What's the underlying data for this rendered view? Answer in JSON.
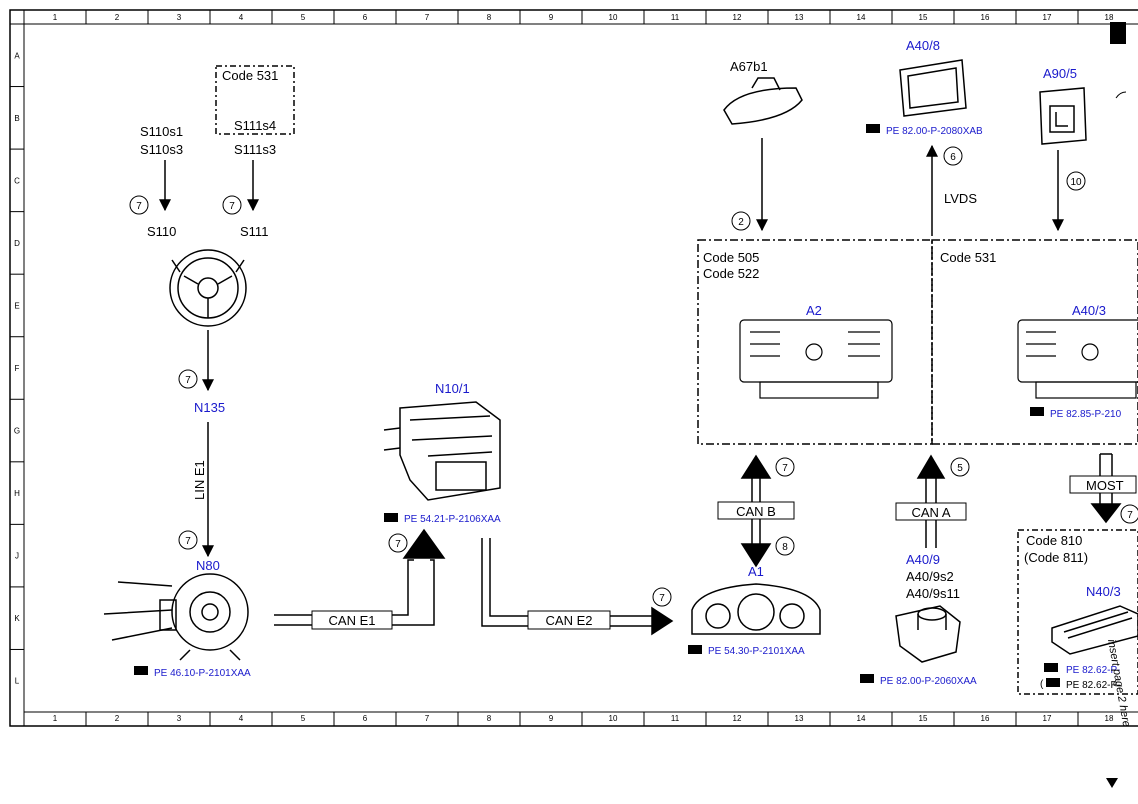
{
  "grid": {
    "columns": [
      "1",
      "2",
      "3",
      "4",
      "5",
      "6",
      "7",
      "8",
      "9",
      "10",
      "11",
      "12",
      "13",
      "14",
      "15",
      "16",
      "17",
      "18"
    ],
    "rows": [
      "A",
      "B",
      "C",
      "D",
      "E",
      "F",
      "G",
      "H",
      "J",
      "K",
      "L"
    ]
  },
  "components": {
    "code531_box": {
      "code": "Code 531",
      "part": "S111s4"
    },
    "s110_inputs": [
      "S110s1",
      "S110s3"
    ],
    "s111_input": "S111s3",
    "s110": "S110",
    "s111": "S111",
    "n135": "N135",
    "n80": "N80",
    "n10_1": "N10/1",
    "a67b1": "A67b1",
    "a40_8": "A40/8",
    "a90_5": "A90/5",
    "a2": "A2",
    "a40_3": "A40/3",
    "a1": "A1",
    "a40_9": "A40/9",
    "a40_9_parts": [
      "A40/9s2",
      "A40/9s11"
    ],
    "n40_3": "N40/3"
  },
  "codes": {
    "left_panel": [
      "Code 505",
      "Code 522"
    ],
    "right_panel": "Code 531",
    "n40_panel": [
      "Code 810",
      "(Code 811)"
    ]
  },
  "refs": {
    "n80": "PE 46.10-P-2101XAA",
    "n10_1": "PE 54.21-P-2106XAA",
    "a1": "PE 54.30-P-2101XAA",
    "a40_8": "PE 82.00-P-2080XAB",
    "a40_3": "PE 82.85-P-210",
    "a40_9": "PE 82.00-P-2060XAA",
    "n40_3_a": "PE 82.62-P-",
    "n40_3_b": "PE 82.62-P-"
  },
  "buses": {
    "lin_e1": "LIN E1",
    "can_e1": "CAN E1",
    "can_e2": "CAN E2",
    "can_b": "CAN B",
    "can_a": "CAN A",
    "lvds": "LVDS",
    "most": "MOST"
  },
  "circles": {
    "c1": "7",
    "c2": "7",
    "c3": "7",
    "c4": "7",
    "c5": "7",
    "c6": "7",
    "c7": "2",
    "c8": "6",
    "c9": "10",
    "c10": "7",
    "c11": "8",
    "c12": "5",
    "c13": "7"
  },
  "margin_note": "insert page 2 here",
  "colors": {
    "label_blue": "#1a1acc",
    "line": "#000000",
    "background": "#ffffff"
  }
}
